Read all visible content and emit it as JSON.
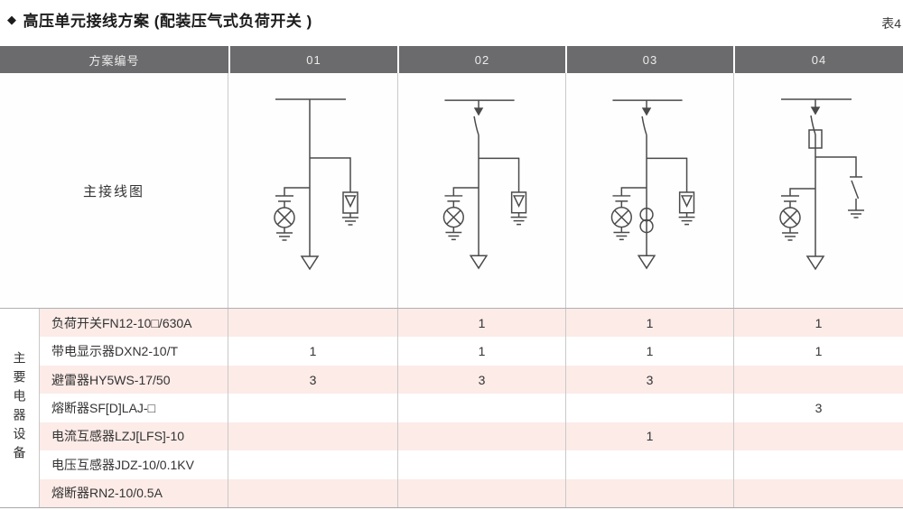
{
  "header": {
    "bullet": "◆",
    "title": "高压单元接线方案 (配装压气式负荷开关 )",
    "table_label": "表4"
  },
  "table": {
    "header": {
      "scheme_col_label": "方案编号",
      "schemes": [
        "01",
        "02",
        "03",
        "04"
      ]
    },
    "diagram_row_label": "主接线图",
    "equipment_group_label": "主要电器设备",
    "diagrams": [
      {
        "scheme": "01",
        "components": [
          "busbar",
          "surge-arrester-with-ground",
          "live-display-sensor-lamp-with-ground",
          "cable-outgoing-terminal"
        ]
      },
      {
        "scheme": "02",
        "components": [
          "busbar",
          "load-switch",
          "surge-arrester-with-ground",
          "live-display-sensor-lamp-with-ground",
          "cable-outgoing-terminal"
        ]
      },
      {
        "scheme": "03",
        "components": [
          "busbar",
          "load-switch",
          "surge-arrester-with-ground",
          "live-display-sensor-lamp-with-ground",
          "current-transformer",
          "cable-outgoing-terminal"
        ]
      },
      {
        "scheme": "04",
        "components": [
          "busbar",
          "load-switch",
          "fuse",
          "earthing-switch-with-ground",
          "live-display-sensor-lamp-with-ground",
          "cable-outgoing-terminal"
        ]
      }
    ],
    "equipment_rows": [
      {
        "label": "负荷开关FN12-10□/630A",
        "values": [
          "",
          "1",
          "1",
          "1"
        ]
      },
      {
        "label": "带电显示器DXN2-10/T",
        "values": [
          "1",
          "1",
          "1",
          "1"
        ]
      },
      {
        "label": "避雷器HY5WS-17/50",
        "values": [
          "3",
          "3",
          "3",
          ""
        ]
      },
      {
        "label": "熔断器SF[D]LAJ-□",
        "values": [
          "",
          "",
          "",
          "3"
        ]
      },
      {
        "label": "电流互感器LZJ[LFS]-10",
        "values": [
          "",
          "",
          "1",
          ""
        ]
      },
      {
        "label": "电压互感器JDZ-10/0.1KV",
        "values": [
          "",
          "",
          "",
          ""
        ]
      },
      {
        "label": "熔断器RN2-10/0.5A",
        "values": [
          "",
          "",
          "",
          ""
        ]
      }
    ],
    "colors": {
      "header_bg": "#6b6b6d",
      "header_text": "#ececec",
      "row_pink": "#fcebe7",
      "divider": "#c9c9c9",
      "diagram_stroke": "#4a4a4a"
    }
  }
}
